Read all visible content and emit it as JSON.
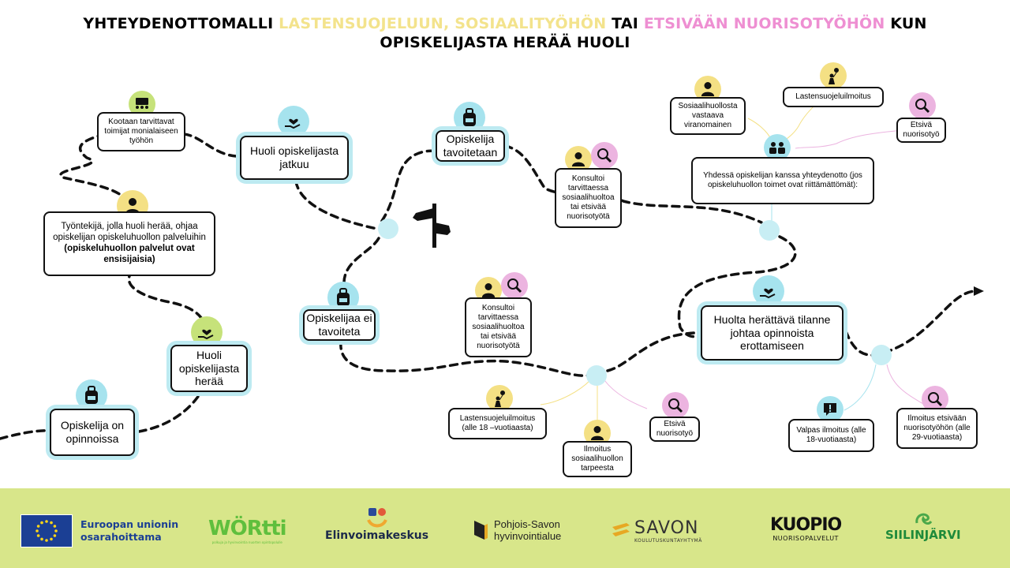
{
  "title": {
    "part1": "YHTEYDENOTTOMALLI ",
    "part2": "LASTENSUOJELUUN, SOSIAALITYÖHÖN",
    "part3": " TAI ",
    "part4": "ETSIVÄÄN NUORISOTYÖHÖN",
    "part5": " KUN",
    "line2": "OPISKELIJASTA HERÄÄ HUOLI"
  },
  "colors": {
    "yellow_text": "#f3e38c",
    "pink_text": "#ee8fd2",
    "cyan": "#a6e3ee",
    "yellow": "#f4e084",
    "pink": "#ecb4e0",
    "green": "#c6e27a",
    "footer": "#d8e68a"
  },
  "nodes": {
    "on_studies": "Opiskelija on opinnoissa",
    "worry_arises": "Huoli opiskelijasta herää",
    "employee_worry": "Työntekijä, jolla huoli herää, ohjaa opiskelijan opiskeluhuollon palveluihin",
    "employee_worry_bold": "(opiskeluhuollon palvelut ovat ensisijaisia)",
    "gather": "Kootaan tarvittavat toimijat monialaiseen työhön",
    "worry_continues": "Huoli opiskelijasta jatkuu",
    "not_reached": "Opiskelijaa ei tavoiteta",
    "reached": "Opiskelija tavoitetaan",
    "consult_top": "Konsultoi tarvittaessa sosiaalihuoltoa tai etsivää nuorisotyötä",
    "consult_mid": "Konsultoi tarvittaessa sosiaalihuoltoa tai etsivää nuorisotyötä",
    "social_authority": "Sosiaalihuollosta vastaava viranomainen",
    "child_protection_top": "Lastensuojeluilmoitus",
    "outreach_top": "Etsivä nuorisotyö",
    "contact_together": "Yhdessä opiskelijan kanssa yhteydenotto (jos opiskeluhuollon toimet ovat riittämättömät):",
    "child_protection_mid": "Lastensuojeluilmoitus (alle 18 –vuotiaasta)",
    "social_need": "Ilmoitus sosiaalihuollon tarpeesta",
    "outreach_mid": "Etsivä nuorisotyö",
    "leads_to_dismissal": "Huolta herättävä tilanne johtaa opinnoista erottamiseen",
    "valpas": "Valpas ilmoitus (alle 18-vuotiaasta)",
    "outreach_notice": "Ilmoitus etsivään nuorisotyöhön (alle 29-vuotiaasta)"
  },
  "icons": {
    "student": "backpack-icon",
    "worry": "hand-heart-icon",
    "person": "person-icon",
    "meeting": "meeting-icon",
    "search": "magnifier-icon",
    "child": "child-balloon-icon",
    "alert": "alert-bubble-icon",
    "signpost": "signpost-icon"
  },
  "footer": {
    "eu_line1": "Euroopan unionin",
    "eu_line2": "osarahoittama",
    "wortti": "WÖRtti",
    "wortti_sub": "polkuja ja hyvinvointia nuorten opintopolulle",
    "elinvoima": "Elinvoimakeskus",
    "ps_line1": "Pohjois-Savon",
    "ps_line2": "hyvinvointialue",
    "savon": "SAVON",
    "savon_sub": "KOULUTUSKUNTAYHTYMÄ",
    "kuopio": "KUOPIO",
    "kuopio_sub": "NUORISOPALVELUT",
    "siilinjarvi": "SIILINJÄRVI"
  }
}
